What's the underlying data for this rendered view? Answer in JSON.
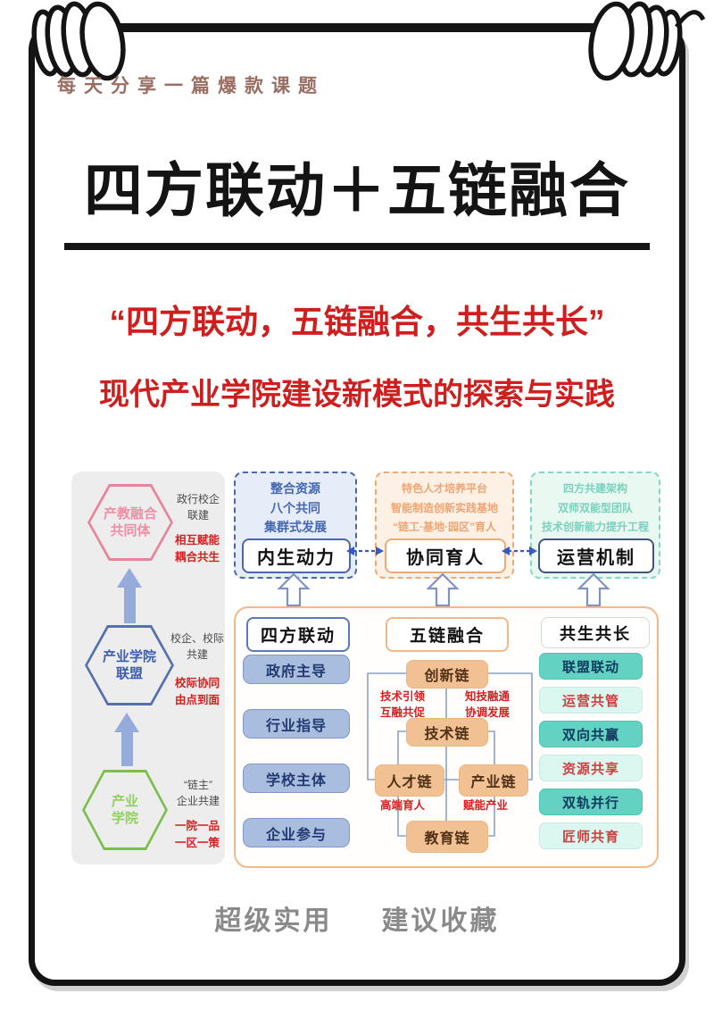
{
  "header": {
    "tagline": "每天分享一篇爆款课题"
  },
  "title": {
    "main": "四方联动＋五链融合"
  },
  "subtitle": {
    "quote": "“四方联动，五链融合，共生共长”",
    "topic": "现代产业学院建设新模式的探索与实践"
  },
  "footer": {
    "left": "超级实用",
    "right": "建议收藏"
  },
  "colors": {
    "accent_red": "#ce1e1e",
    "tagline_brown": "#9a6e62",
    "blue": "#4a68b0",
    "orange": "#ecab76",
    "teal": "#63d2c2",
    "green": "#7cbf4f",
    "pink": "#e8839c"
  },
  "diagram": {
    "evolution": {
      "stages": [
        {
          "title": "产教融合\n共同体",
          "note": "政行校企\n联建",
          "highlight": "相互赋能\n耦合共生"
        },
        {
          "title": "产业学院\n联盟",
          "note": "校企、校际\n共建",
          "highlight": "校际协同\n由点到面"
        },
        {
          "title": "产业\n学院",
          "note": "“链主”\n企业共建",
          "highlight": "一院一品\n一区一策"
        }
      ]
    },
    "mechanisms": [
      {
        "lines": "整合资源\n八个共同\n集群式发展",
        "label": "内生动力"
      },
      {
        "lines": "特色人才培养平台\n智能制造创新实践基地\n“链工·基地·园区”育人",
        "label": "协同育人"
      },
      {
        "lines": "四方共建架构\n双师双能型团队\n技术创新能力提升工程",
        "label": "运营机制"
      }
    ],
    "linkage": {
      "header": "四方联动",
      "items": [
        "政府主导",
        "行业指导",
        "学校主体",
        "企业参与"
      ]
    },
    "chains": {
      "header": "五链融合",
      "top": "创新链",
      "middle": "技术链",
      "left": "人才链",
      "right": "产业链",
      "bottom": "教育链",
      "label_tl": "技术引领\n互融共促",
      "label_tr": "知技融通\n协调发展",
      "label_bl": "高端育人",
      "label_br": "赋能产业"
    },
    "growth": {
      "header": "共生共长",
      "items": [
        "联盟联动",
        "运营共管",
        "双向共赢",
        "资源共享",
        "双轨并行",
        "匠师共育"
      ]
    }
  }
}
